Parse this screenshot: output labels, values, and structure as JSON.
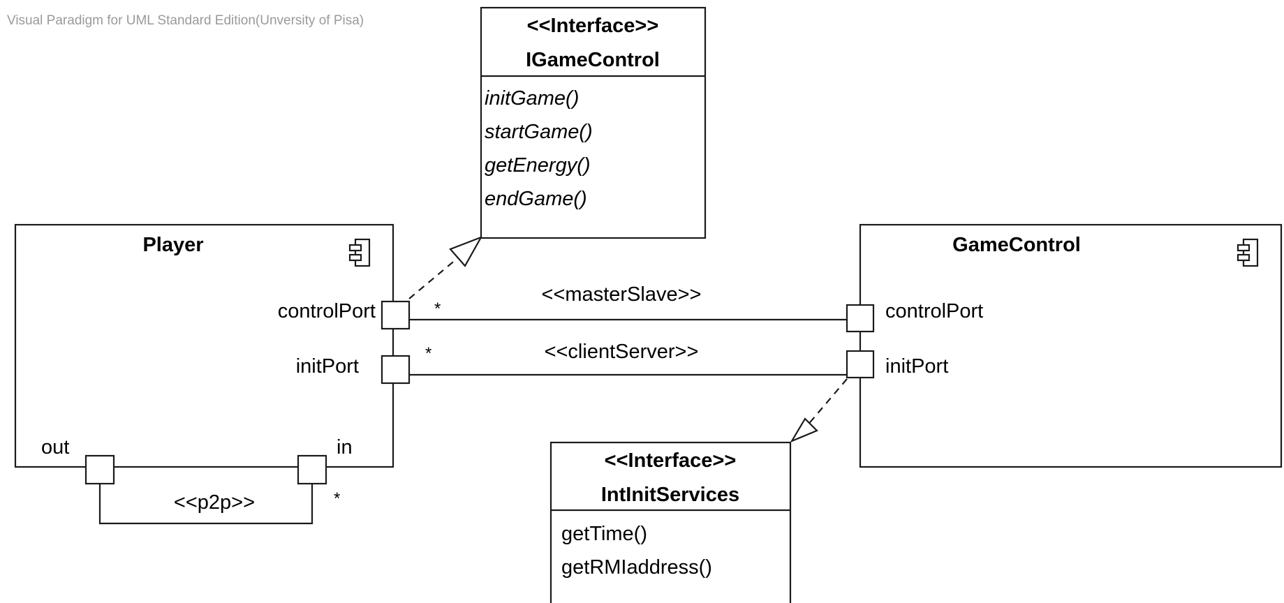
{
  "watermark": "Visual Paradigm for UML Standard Edition(Unversity of Pisa)",
  "components": {
    "player": {
      "name": "Player",
      "ports": {
        "control": "controlPort",
        "init": "initPort",
        "out": "out",
        "in": "in"
      }
    },
    "game_control": {
      "name": "GameControl",
      "ports": {
        "control": "controlPort",
        "init": "initPort"
      }
    }
  },
  "interfaces": {
    "igame_control": {
      "stereotype": "<<Interface>>",
      "name": "IGameControl",
      "operations": [
        "initGame()",
        "startGame()",
        "getEnergy()",
        "endGame()"
      ]
    },
    "int_init_services": {
      "stereotype": "<<Interface>>",
      "name": "IntInitServices",
      "operations": [
        "getTime()",
        "getRMIaddress()"
      ]
    }
  },
  "connectors": {
    "master_slave": {
      "stereotype": "<<masterSlave>>",
      "multiplicity": "*"
    },
    "client_server": {
      "stereotype": "<<clientServer>>",
      "multiplicity": "*"
    },
    "p2p": {
      "stereotype": "<<p2p>>",
      "multiplicity": "*"
    }
  }
}
